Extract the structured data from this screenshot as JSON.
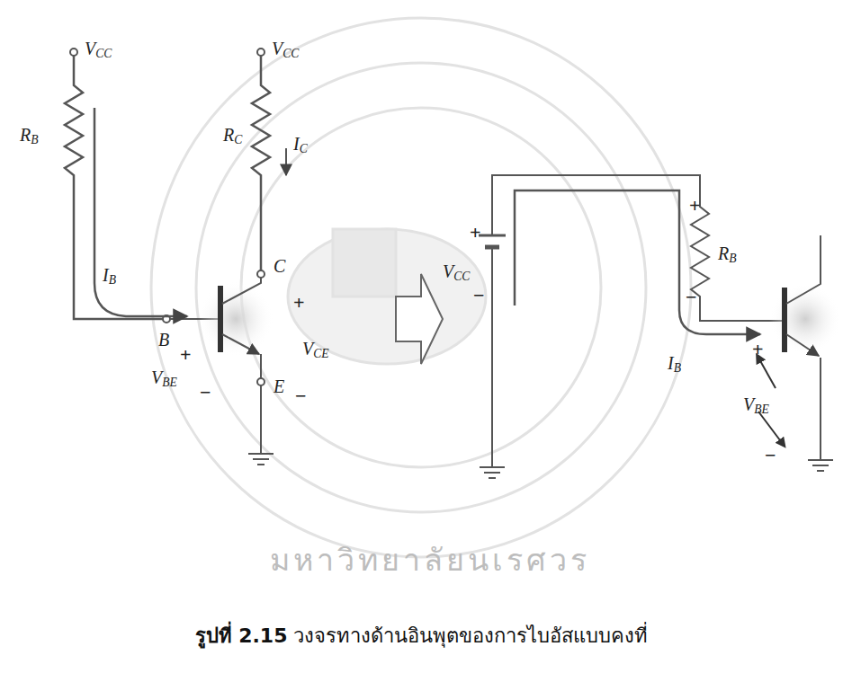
{
  "diagram": {
    "caption": "รูปที่ 2.15 วงจรทางด้านอินพุตของการไบอัสแบบคงที่",
    "labels": [
      "VCC",
      "VCC",
      "RB",
      "RC",
      "IC",
      "IB",
      "C",
      "B",
      "+",
      "VCE",
      "−",
      "+",
      "VBE",
      "−",
      "E",
      "+",
      "RB",
      "−",
      "+",
      "VCC",
      "−",
      "IB",
      "+",
      "VBE",
      "−",
      "มหาวิทยาลัยนเรศวร"
    ]
  }
}
